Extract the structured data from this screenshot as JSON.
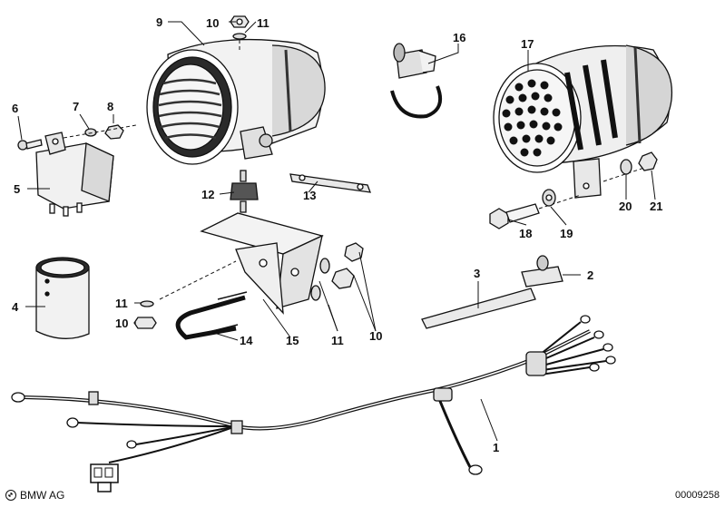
{
  "labels": {
    "p1": "1",
    "p2": "2",
    "p3": "3",
    "p4": "4",
    "p5": "5",
    "p6": "6",
    "p7": "7",
    "p8": "8",
    "p9": "9",
    "p10a": "10",
    "p10b": "10",
    "p10c": "10",
    "p11a": "11",
    "p11b": "11",
    "p11c": "11",
    "p12": "12",
    "p13": "13",
    "p14": "14",
    "p15": "15",
    "p16": "16",
    "p17": "17",
    "p18": "18",
    "p19": "19",
    "p20": "20",
    "p21": "21"
  },
  "footer": {
    "brand": "BMW AG",
    "doc_number": "00009258"
  }
}
